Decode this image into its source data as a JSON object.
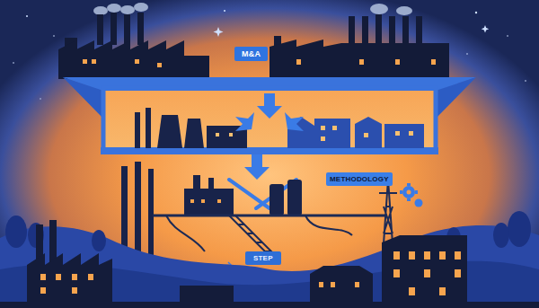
{
  "diagram": {
    "nodes": [
      {
        "text": [
          "M&A"
        ]
      },
      {
        "text": [
          "METHODOLOGY"
        ]
      },
      {
        "text": [
          "STEP"
        ]
      }
    ]
  }
}
